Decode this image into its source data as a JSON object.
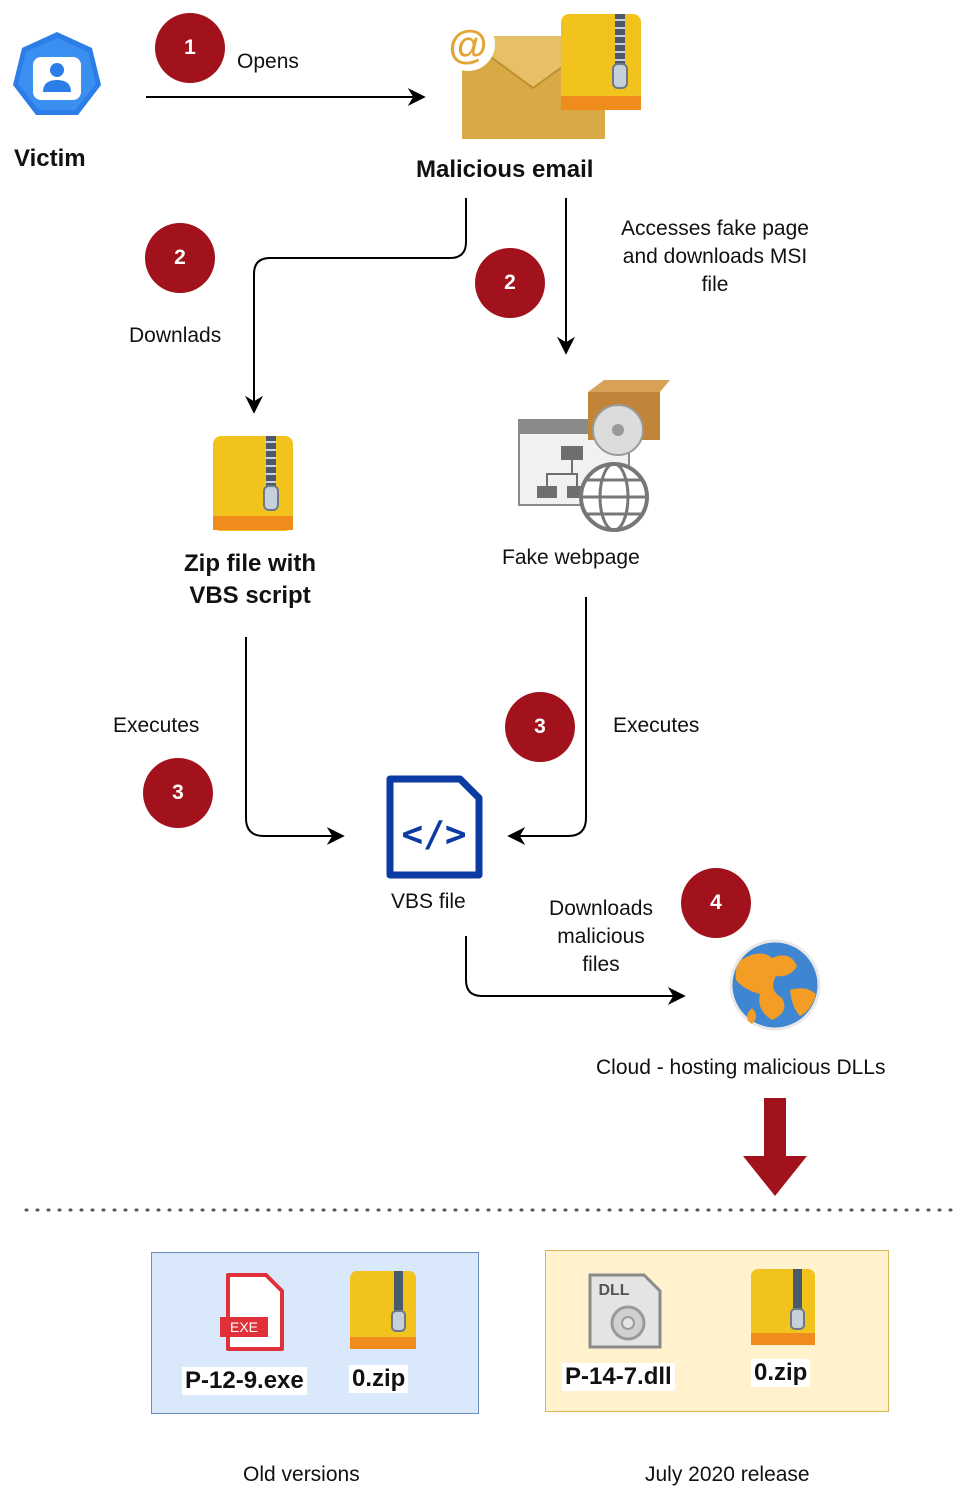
{
  "colors": {
    "badge": "#a2121d",
    "old_box_fill": "#dae8fc",
    "old_box_border": "#6c8ebf",
    "new_box_fill": "#fff2cc",
    "new_box_border": "#d6b656",
    "big_arrow": "#a2121d"
  },
  "nodes": {
    "victim": {
      "label": "Victim",
      "icon": "user-icon"
    },
    "email": {
      "label": "Malicious email",
      "icon": "email-with-zip-icon"
    },
    "zip": {
      "label_line1": "Zip file with",
      "label_line2": "VBS script",
      "icon": "zip-archive-icon"
    },
    "webpage": {
      "label": "Fake webpage",
      "icon": "web-installer-icon"
    },
    "vbs": {
      "label": "VBS file",
      "icon": "code-file-icon"
    },
    "cloud": {
      "label": "Cloud - hosting malicious DLLs",
      "icon": "globe-icon"
    }
  },
  "steps": {
    "s1": "1",
    "s2a": "2",
    "s2b": "2",
    "s3a": "3",
    "s3b": "3",
    "s4": "4"
  },
  "edges": {
    "opens": "Opens",
    "downloads": "Downlads",
    "accesses_line1": "Accesses fake page",
    "accesses_line2": "and downloads MSI",
    "accesses_line3": "file",
    "executes_left": "Executes",
    "executes_right": "Executes",
    "dl_line1": "Downloads",
    "dl_line2": "malicious",
    "dl_line3": "files"
  },
  "groups": {
    "old": {
      "caption": "Old versions",
      "file1": "P-12-9.exe",
      "file1_badge": "EXE",
      "file2": "0.zip"
    },
    "new": {
      "caption": "July 2020 release",
      "file1": "P-14-7.dll",
      "file1_badge": "DLL",
      "file2": "0.zip"
    }
  }
}
